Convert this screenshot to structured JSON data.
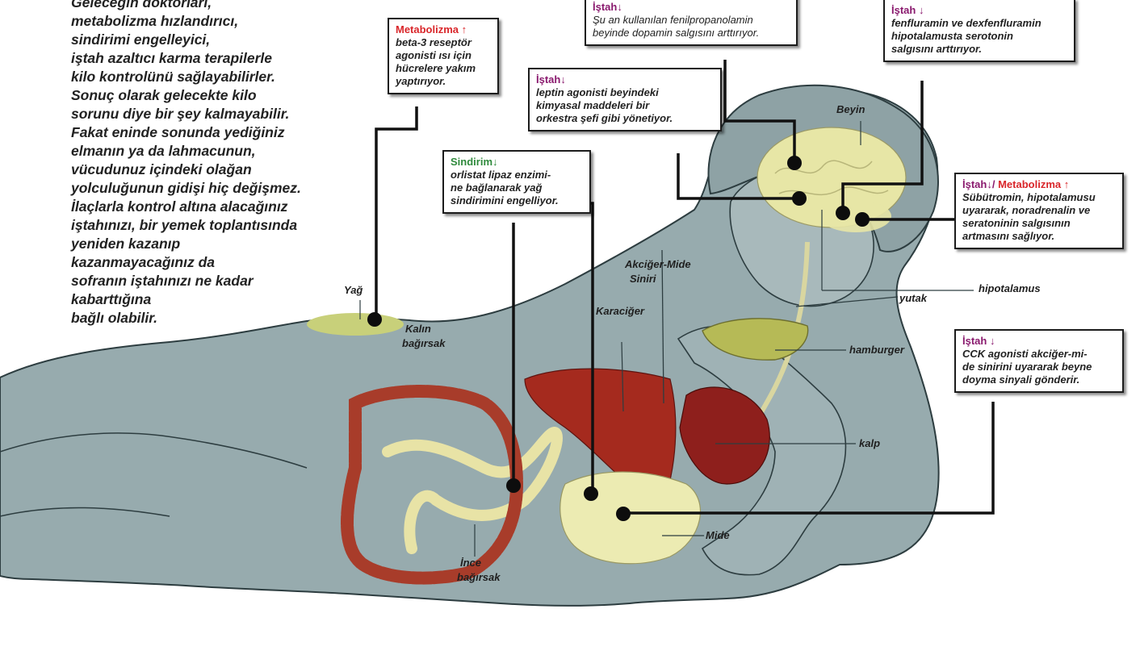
{
  "intro_lines": [
    "Geleceğin doktorları,",
    "metabolizma hızlandırıcı,",
    "sindirimi engelleyici,",
    "iştah azaltıcı karma terapilerle",
    "kilo kontrolünü sağlayabilirler.",
    "Sonuç olarak gelecekte kilo",
    "sorunu diye bir şey kalmayabilir.",
    "Fakat eninde sonunda yediğiniz",
    "elmanın ya da lahmacunun,",
    "vücudunuz içindeki olağan",
    "yolculuğunun gidişi hiç değişmez.",
    "İlaçlarla kontrol altına alacağınız",
    "iştahınızı, bir yemek toplantısında",
    "yeniden kazanıp",
    "kazanmayacağınız da",
    "sofranın iştahınızı ne kadar",
    "kabarttığına",
    "bağlı olabilir."
  ],
  "callouts": {
    "metabolizma": {
      "heading": "Metabolizma ↑",
      "lines": [
        "beta-3 reseptör",
        "agonisti ısı için",
        "hücrelere yakım",
        "yaptırıyor."
      ]
    },
    "fenilpropanolamin": {
      "heading": "İştah↓",
      "lines": [
        "Şu an kullanılan fenilpropanolamin",
        "beyinde dopamin salgısını arttırıyor."
      ]
    },
    "fenfluramin": {
      "heading": "İştah ↓",
      "lines": [
        "fenfluramin ve dexfenfluramin",
        "hipotalamusta serotonin",
        "salgısını arttırıyor."
      ]
    },
    "leptin": {
      "heading": "İştah↓",
      "lines": [
        "leptin agonisti beyindeki",
        "kimyasal maddeleri bir",
        "orkestra şefi gibi yönetiyor."
      ]
    },
    "orlistat": {
      "heading": "Sindirim↓",
      "lines": [
        "orlistat lipaz enzimi-",
        "ne bağlanarak yağ",
        "sindirimini engelliyor."
      ]
    },
    "sibutramin": {
      "heading_a": "İştah↓/",
      "heading_b": "Metabolizma ↑",
      "lines": [
        "Sübütromin, hipotalamusu",
        "uyararak, noradrenalin ve",
        "seratoninin salgısının",
        "artmasını sağlıyor."
      ]
    },
    "cck": {
      "heading": "İştah ↓",
      "lines": [
        "CCK agonisti akciğer-mi-",
        "de sinirini uyararak beyne",
        "doyma sinyali gönderir."
      ]
    }
  },
  "labels": {
    "beyin": "Beyin",
    "yag": "Yağ",
    "kalin_line1": "Kalın",
    "kalin_line2": "bağırsak",
    "akciger_line1": "Akciğer-Mide",
    "akciger_line2": "Siniri",
    "karaciger": "Karaciğer",
    "hipotalamus": "hipotalamus",
    "yutak": "yutak",
    "hamburger": "hamburger",
    "kalp": "kalp",
    "mide": "Mide",
    "ince_line1": "İnce",
    "ince_line2": "bağırsak"
  },
  "colors": {
    "body_fill": "#97abae",
    "body_outline": "#2d3d40",
    "brain": "#e7e6a6",
    "fat": "#c8d07a",
    "liver": "#a52a1e",
    "heart": "#8e1f1c",
    "intestine": "#a83c2a",
    "small_intestine": "#e8e3a6",
    "stomach": "#ecebb2",
    "hamburger": "#b6ba56",
    "arrow_istah": "#8a1a6e",
    "arrow_metabolizma": "#d9262a",
    "arrow_sindirim": "#2f8a3c"
  }
}
